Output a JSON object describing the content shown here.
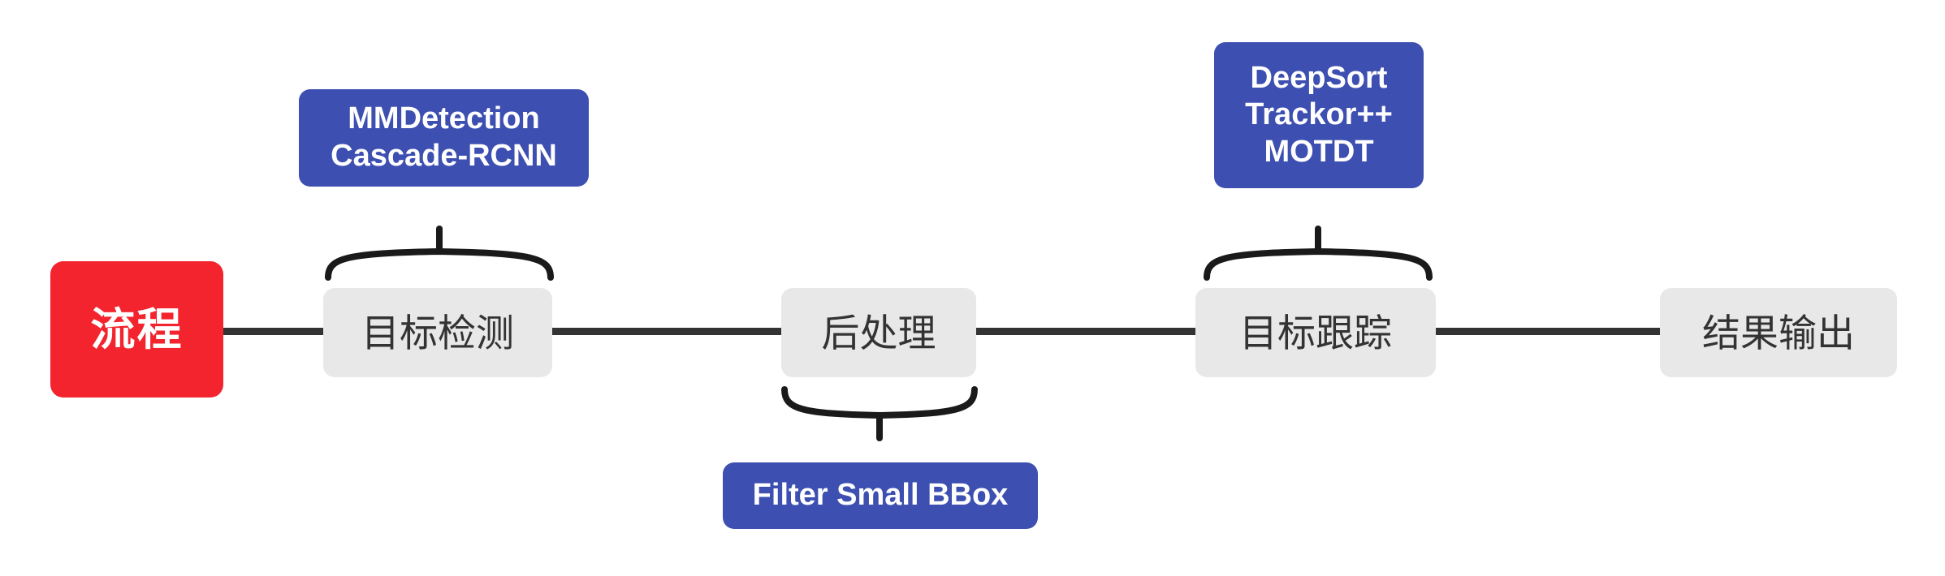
{
  "diagram": {
    "title": "流程",
    "type": "pipeline-flowchart",
    "colors": {
      "root": "#F4242E",
      "stage": "#E8E8E8",
      "annotation": "#3D4FB0",
      "connector": "#333333",
      "stage_text": "#333333",
      "on_color_text": "#FFFFFF"
    },
    "root": {
      "label": "流程"
    },
    "stages": [
      {
        "label": "目标检测"
      },
      {
        "label": "后处理"
      },
      {
        "label": "目标跟踪"
      },
      {
        "label": "结果输出"
      }
    ],
    "annotations": [
      {
        "label": "MMDetection\nCascade-RCNN",
        "attached_to": "目标检测",
        "position": "above"
      },
      {
        "label": "DeepSort\nTrackor++\nMOTDT",
        "attached_to": "目标跟踪",
        "position": "above"
      },
      {
        "label": "Filter Small BBox",
        "attached_to": "后处理",
        "position": "below"
      }
    ]
  }
}
